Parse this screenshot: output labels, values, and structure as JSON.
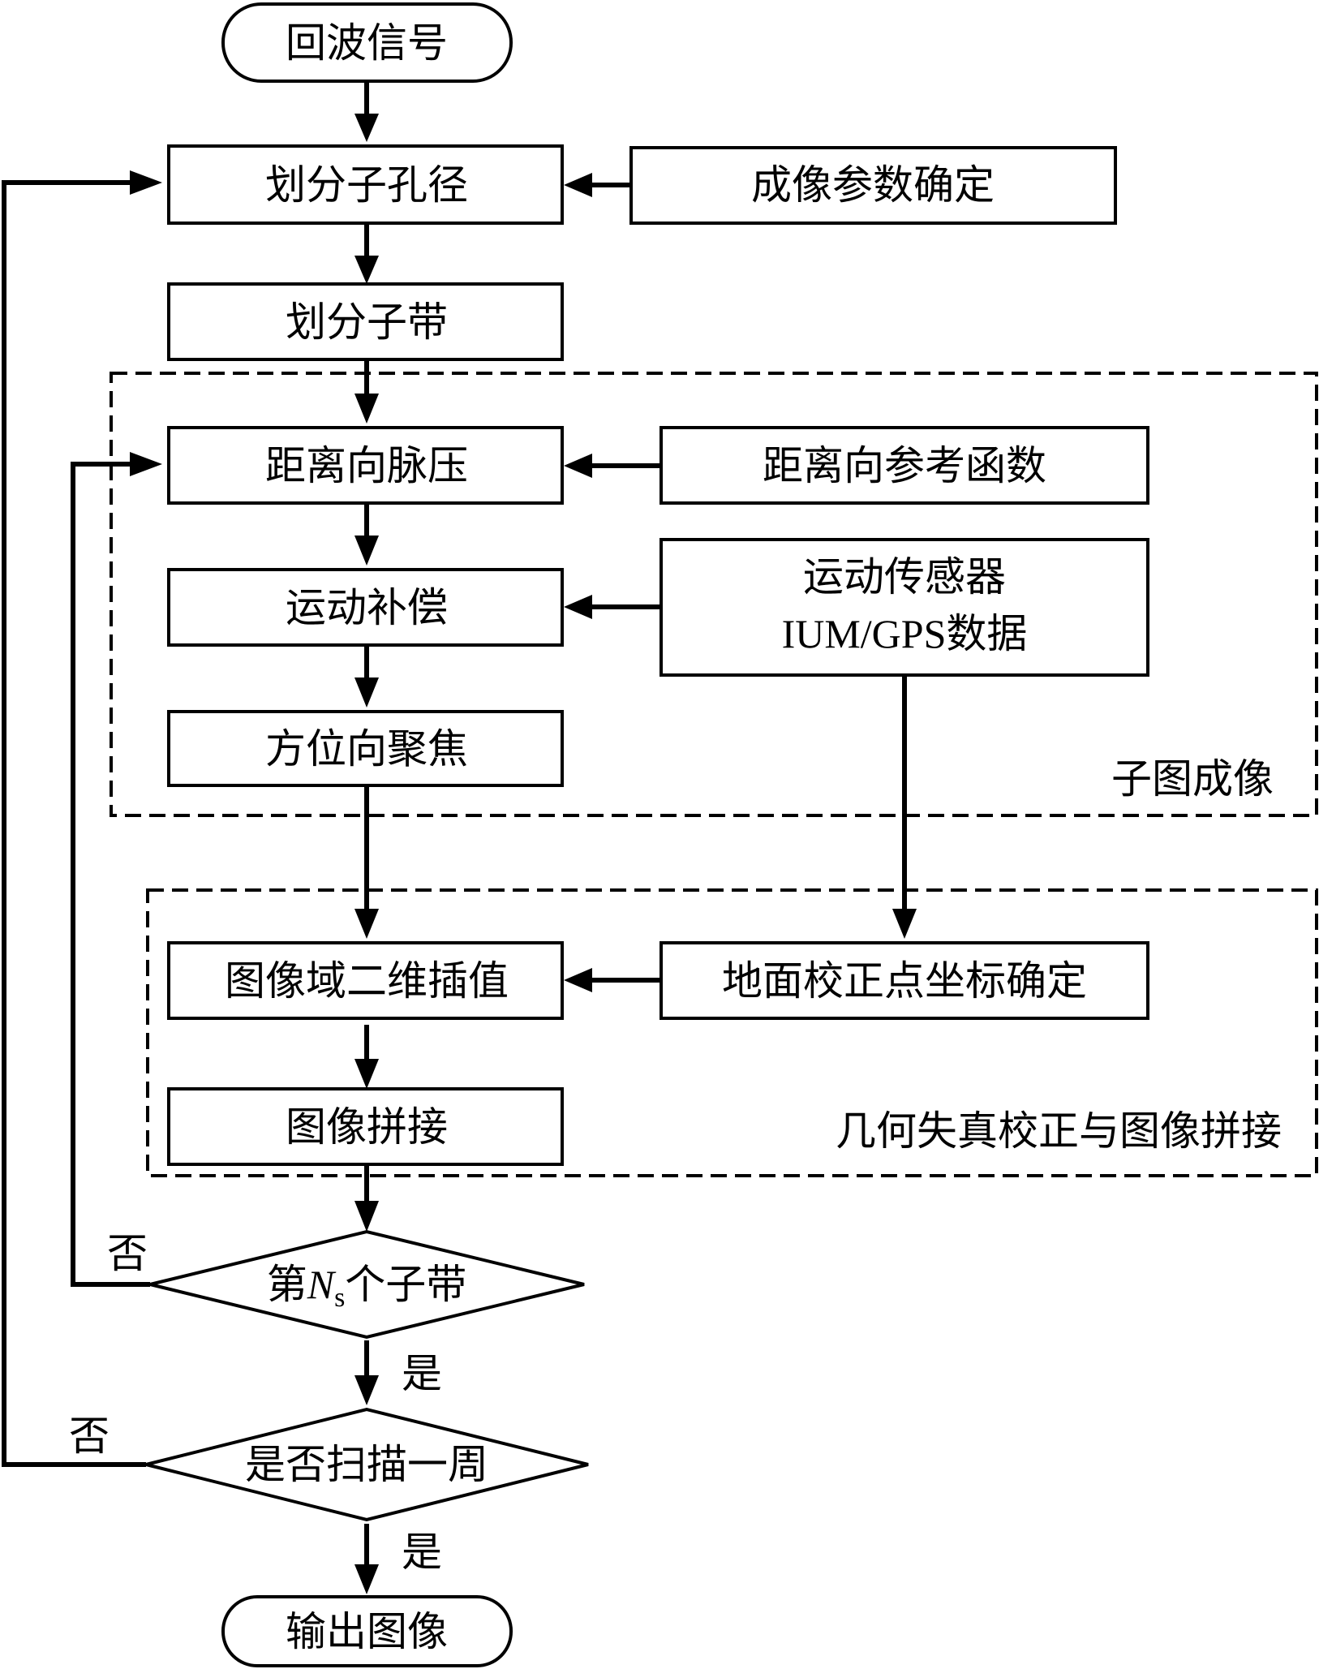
{
  "nodes": {
    "start": "回波信号",
    "divide_aperture": "划分子孔径",
    "imaging_params": "成像参数确定",
    "divide_subband": "划分子带",
    "range_compress": "距离向脉压",
    "range_ref_func": "距离向参考函数",
    "motion_comp": "运动补偿",
    "motion_sensor_line1": "运动传感器",
    "motion_sensor_line2": "IUM/GPS数据",
    "azimuth_focus": "方位向聚焦",
    "interp_2d": "图像域二维插值",
    "gcp_coords": "地面校正点坐标确定",
    "image_mosaic": "图像拼接",
    "decision_subband_pre": "第",
    "decision_subband_var": "N",
    "decision_subband_subscript": "s",
    "decision_subband_post": "个子带",
    "decision_scan": "是否扫描一周",
    "end": "输出图像"
  },
  "regions": {
    "subimage": "子图成像",
    "geo_correction": "几何失真校正与图像拼接"
  },
  "edge_labels": {
    "no_1": "否",
    "yes_1": "是",
    "no_2": "否",
    "yes_2": "是"
  }
}
